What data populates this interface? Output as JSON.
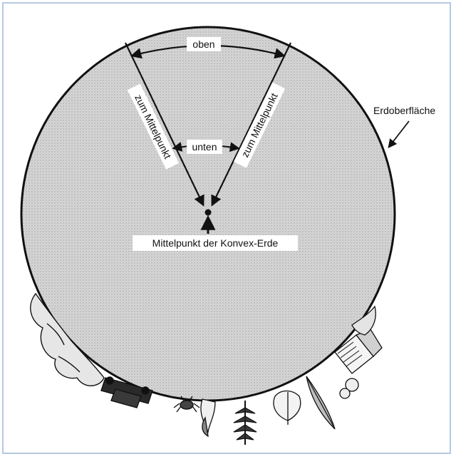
{
  "diagram": {
    "label_top": "oben",
    "label_left_spoke": "zum Mittelpunkt",
    "label_right_spoke": "zum Mittelpunkt",
    "label_bottom": "unten",
    "label_center": "Mittelpunkt der Konvex-Erde",
    "label_surface": "Erdoberfläche"
  },
  "colors": {
    "globe_fill": "#d9d9d9",
    "outline": "#111111",
    "frame": "#b7c9e0"
  },
  "icons": [
    "car-icon",
    "house-icon",
    "tree-icon",
    "plant-icon",
    "leaf-icon",
    "crab-icon",
    "bush-icon"
  ]
}
